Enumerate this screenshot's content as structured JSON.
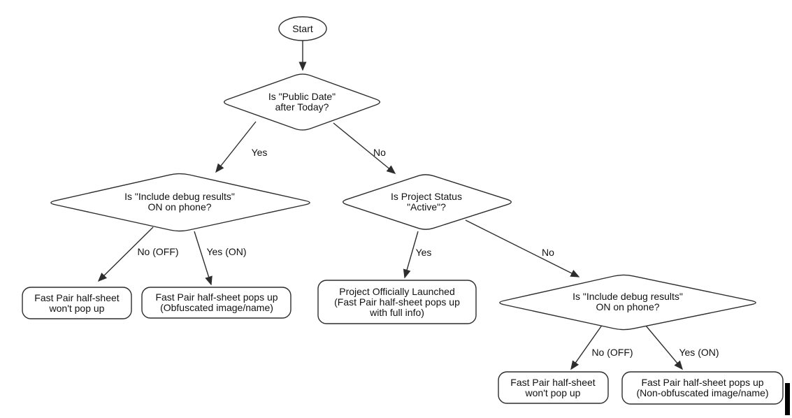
{
  "diagram": {
    "type": "flowchart",
    "colors": {
      "background": "#ffffff",
      "stroke": "#2d2d2d",
      "text": "#111111"
    },
    "nodes": {
      "start": {
        "shape": "oval",
        "label": "Start"
      },
      "public_date": {
        "shape": "diamond",
        "label": "Is \"Public Date\"\nafter Today?"
      },
      "debug_left": {
        "shape": "diamond",
        "label": "Is \"Include debug results\"\nON on phone?"
      },
      "project_status": {
        "shape": "diamond",
        "label": "Is Project Status\n\"Active\"?"
      },
      "debug_right": {
        "shape": "diamond",
        "label": "Is \"Include debug results\"\nON on phone?"
      },
      "no_popup_left": {
        "shape": "rounded-rect",
        "label": "Fast Pair half-sheet\nwon't pop up"
      },
      "obfuscated": {
        "shape": "rounded-rect",
        "label": "Fast Pair half-sheet pops up\n(Obfuscated image/name)"
      },
      "launched": {
        "shape": "rounded-rect",
        "label": "Project Officially Launched\n(Fast Pair half-sheet pops up\nwith full info)"
      },
      "no_popup_right": {
        "shape": "rounded-rect",
        "label": "Fast Pair half-sheet\nwon't pop up"
      },
      "non_obfuscated": {
        "shape": "rounded-rect",
        "label": "Fast Pair half-sheet pops up\n(Non-obfuscated image/name)"
      }
    },
    "edges": {
      "start_to_public_date": {
        "from": "start",
        "to": "public_date",
        "label": ""
      },
      "public_date_yes": {
        "from": "public_date",
        "to": "debug_left",
        "label": "Yes"
      },
      "public_date_no": {
        "from": "public_date",
        "to": "project_status",
        "label": "No"
      },
      "debug_left_no": {
        "from": "debug_left",
        "to": "no_popup_left",
        "label": "No (OFF)"
      },
      "debug_left_yes": {
        "from": "debug_left",
        "to": "obfuscated",
        "label": "Yes (ON)"
      },
      "project_status_yes": {
        "from": "project_status",
        "to": "launched",
        "label": "Yes"
      },
      "project_status_no": {
        "from": "project_status",
        "to": "debug_right",
        "label": "No"
      },
      "debug_right_no": {
        "from": "debug_right",
        "to": "no_popup_right",
        "label": "No (OFF)"
      },
      "debug_right_yes": {
        "from": "debug_right",
        "to": "non_obfuscated",
        "label": "Yes (ON)"
      }
    }
  }
}
